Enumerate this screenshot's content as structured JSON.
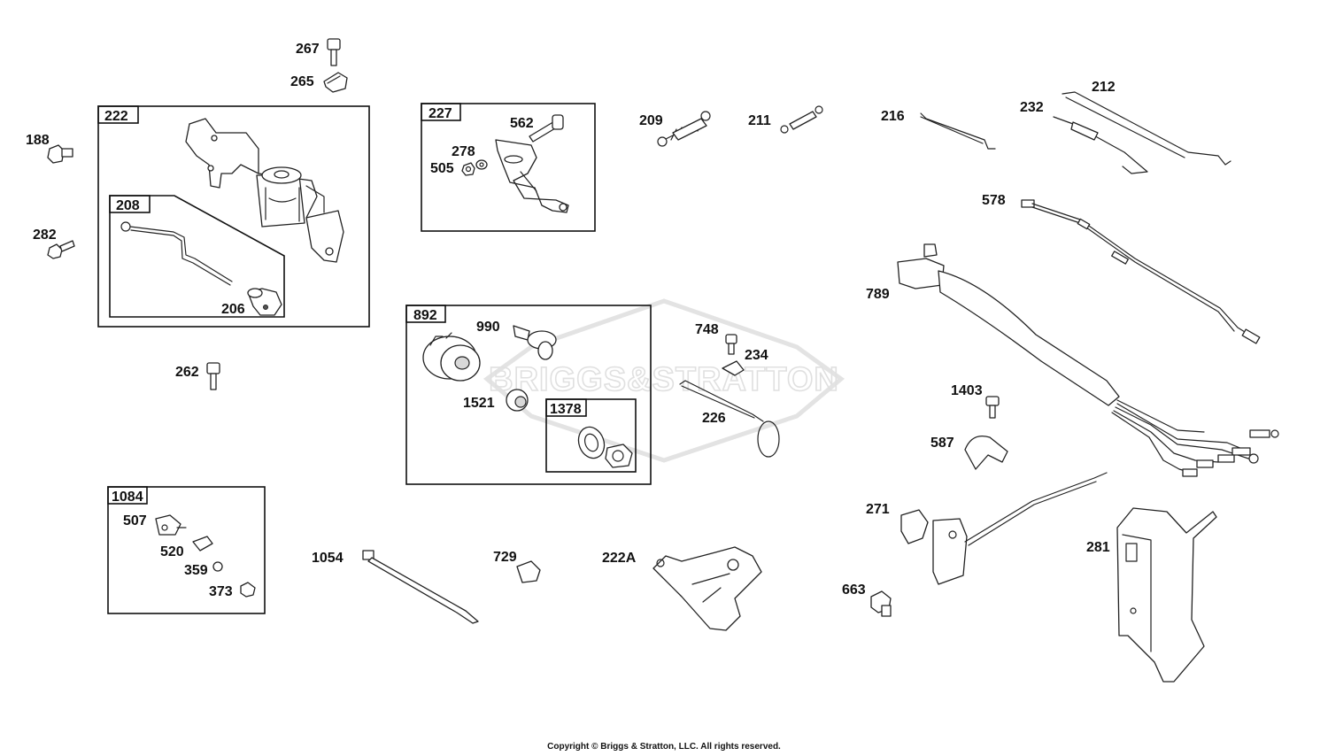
{
  "watermark": "BRIGGS&STRATTON",
  "footer": {
    "copyright": "Copyright © Briggs & Stratton, LLC. All rights reserved."
  },
  "groups": {
    "g222": "222",
    "g208": "208",
    "g227": "227",
    "g892": "892",
    "g1378": "1378",
    "g1084": "1084"
  },
  "parts": {
    "p267": "267",
    "p265": "265",
    "p188": "188",
    "p282": "282",
    "p206": "206",
    "p262": "262",
    "p562": "562",
    "p278": "278",
    "p505": "505",
    "p209": "209",
    "p211": "211",
    "p216": "216",
    "p212": "212",
    "p232": "232",
    "p578": "578",
    "p789": "789",
    "p990": "990",
    "p1521": "1521",
    "p748": "748",
    "p234": "234",
    "p226": "226",
    "p1403": "1403",
    "p587": "587",
    "p271": "271",
    "p281": "281",
    "p663": "663",
    "p507": "507",
    "p520": "520",
    "p359": "359",
    "p373": "373",
    "p1054": "1054",
    "p729": "729",
    "p222A": "222A"
  }
}
